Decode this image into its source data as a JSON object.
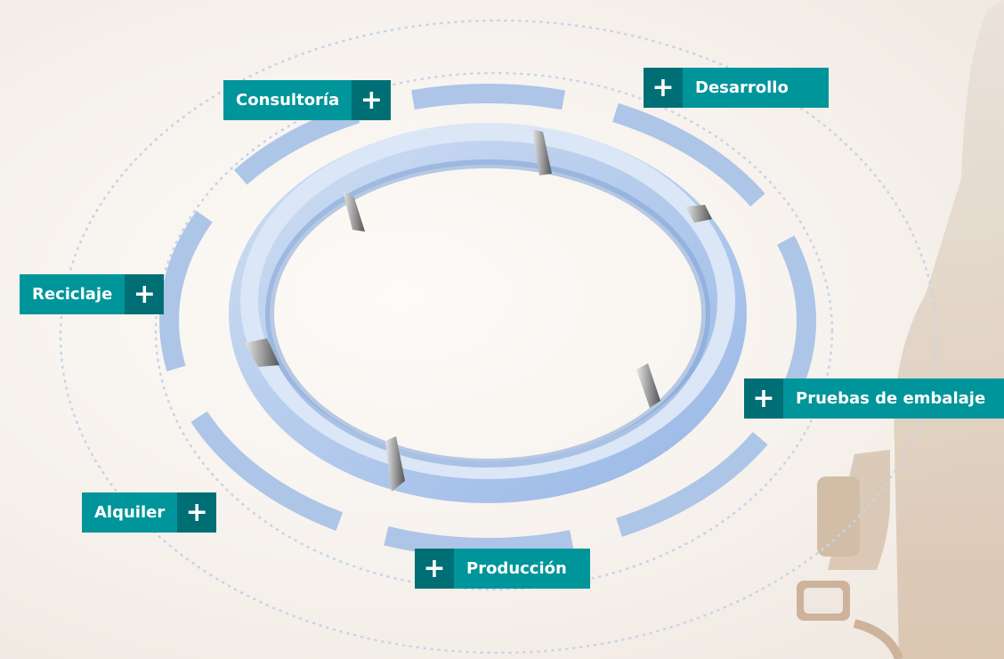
{
  "services": [
    {
      "id": "consultoria",
      "label": "Consultoría",
      "plus": "+"
    },
    {
      "id": "desarrollo",
      "label": "Desarrollo",
      "plus": "+"
    },
    {
      "id": "reciclaje",
      "label": "Reciclaje",
      "plus": "+"
    },
    {
      "id": "pruebas",
      "label": "Pruebas de embalaje",
      "plus": "+"
    },
    {
      "id": "alquiler",
      "label": "Alquiler",
      "plus": "+"
    },
    {
      "id": "produccion",
      "label": "Producción",
      "plus": "+"
    }
  ],
  "colors": {
    "button_bg": "#00959a",
    "button_plus_bg": "#006f75",
    "ring_segment": "#a9c2e6",
    "ring_inner": "#b7cfee"
  },
  "decorations": {
    "truck_icon": "truck-icon"
  }
}
